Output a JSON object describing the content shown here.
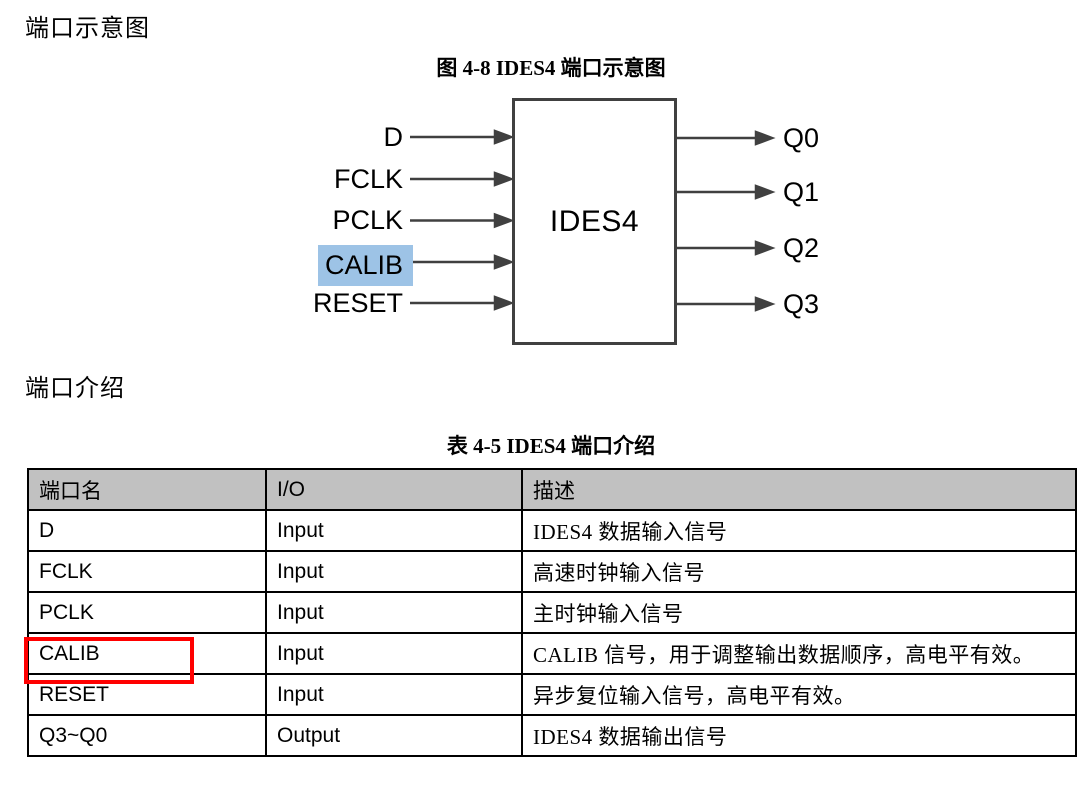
{
  "page": {
    "section1_heading": "端口示意图",
    "figure_caption": "图 4-8 IDES4 端口示意图",
    "section2_heading": "端口介绍",
    "table_caption": "表 4-5 IDES4 端口介绍"
  },
  "diagram": {
    "block_label": "IDES4",
    "inputs": [
      "D",
      "FCLK",
      "PCLK",
      "CALIB",
      "RESET"
    ],
    "outputs": [
      "Q0",
      "Q1",
      "Q2",
      "Q3"
    ],
    "highlighted_input": "CALIB",
    "highlight_color": "#9dc3e6",
    "wire_color": "#404040"
  },
  "table": {
    "headers": [
      "端口名",
      "I/O",
      "描述"
    ],
    "rows": [
      {
        "port": "D",
        "io": "Input",
        "desc": "IDES4 数据输入信号"
      },
      {
        "port": "FCLK",
        "io": "Input",
        "desc": "高速时钟输入信号"
      },
      {
        "port": "PCLK",
        "io": "Input",
        "desc": "主时钟输入信号"
      },
      {
        "port": "CALIB",
        "io": "Input",
        "desc": "CALIB 信号，用于调整输出数据顺序，高电平有效。"
      },
      {
        "port": "RESET",
        "io": "Input",
        "desc": "异步复位输入信号，高电平有效。"
      },
      {
        "port": "Q3~Q0",
        "io": "Output",
        "desc": "IDES4 数据输出信号"
      }
    ],
    "highlighted_row_port": "CALIB",
    "highlight_border_color": "#ff0000",
    "header_bg_color": "#c1c1c1"
  }
}
